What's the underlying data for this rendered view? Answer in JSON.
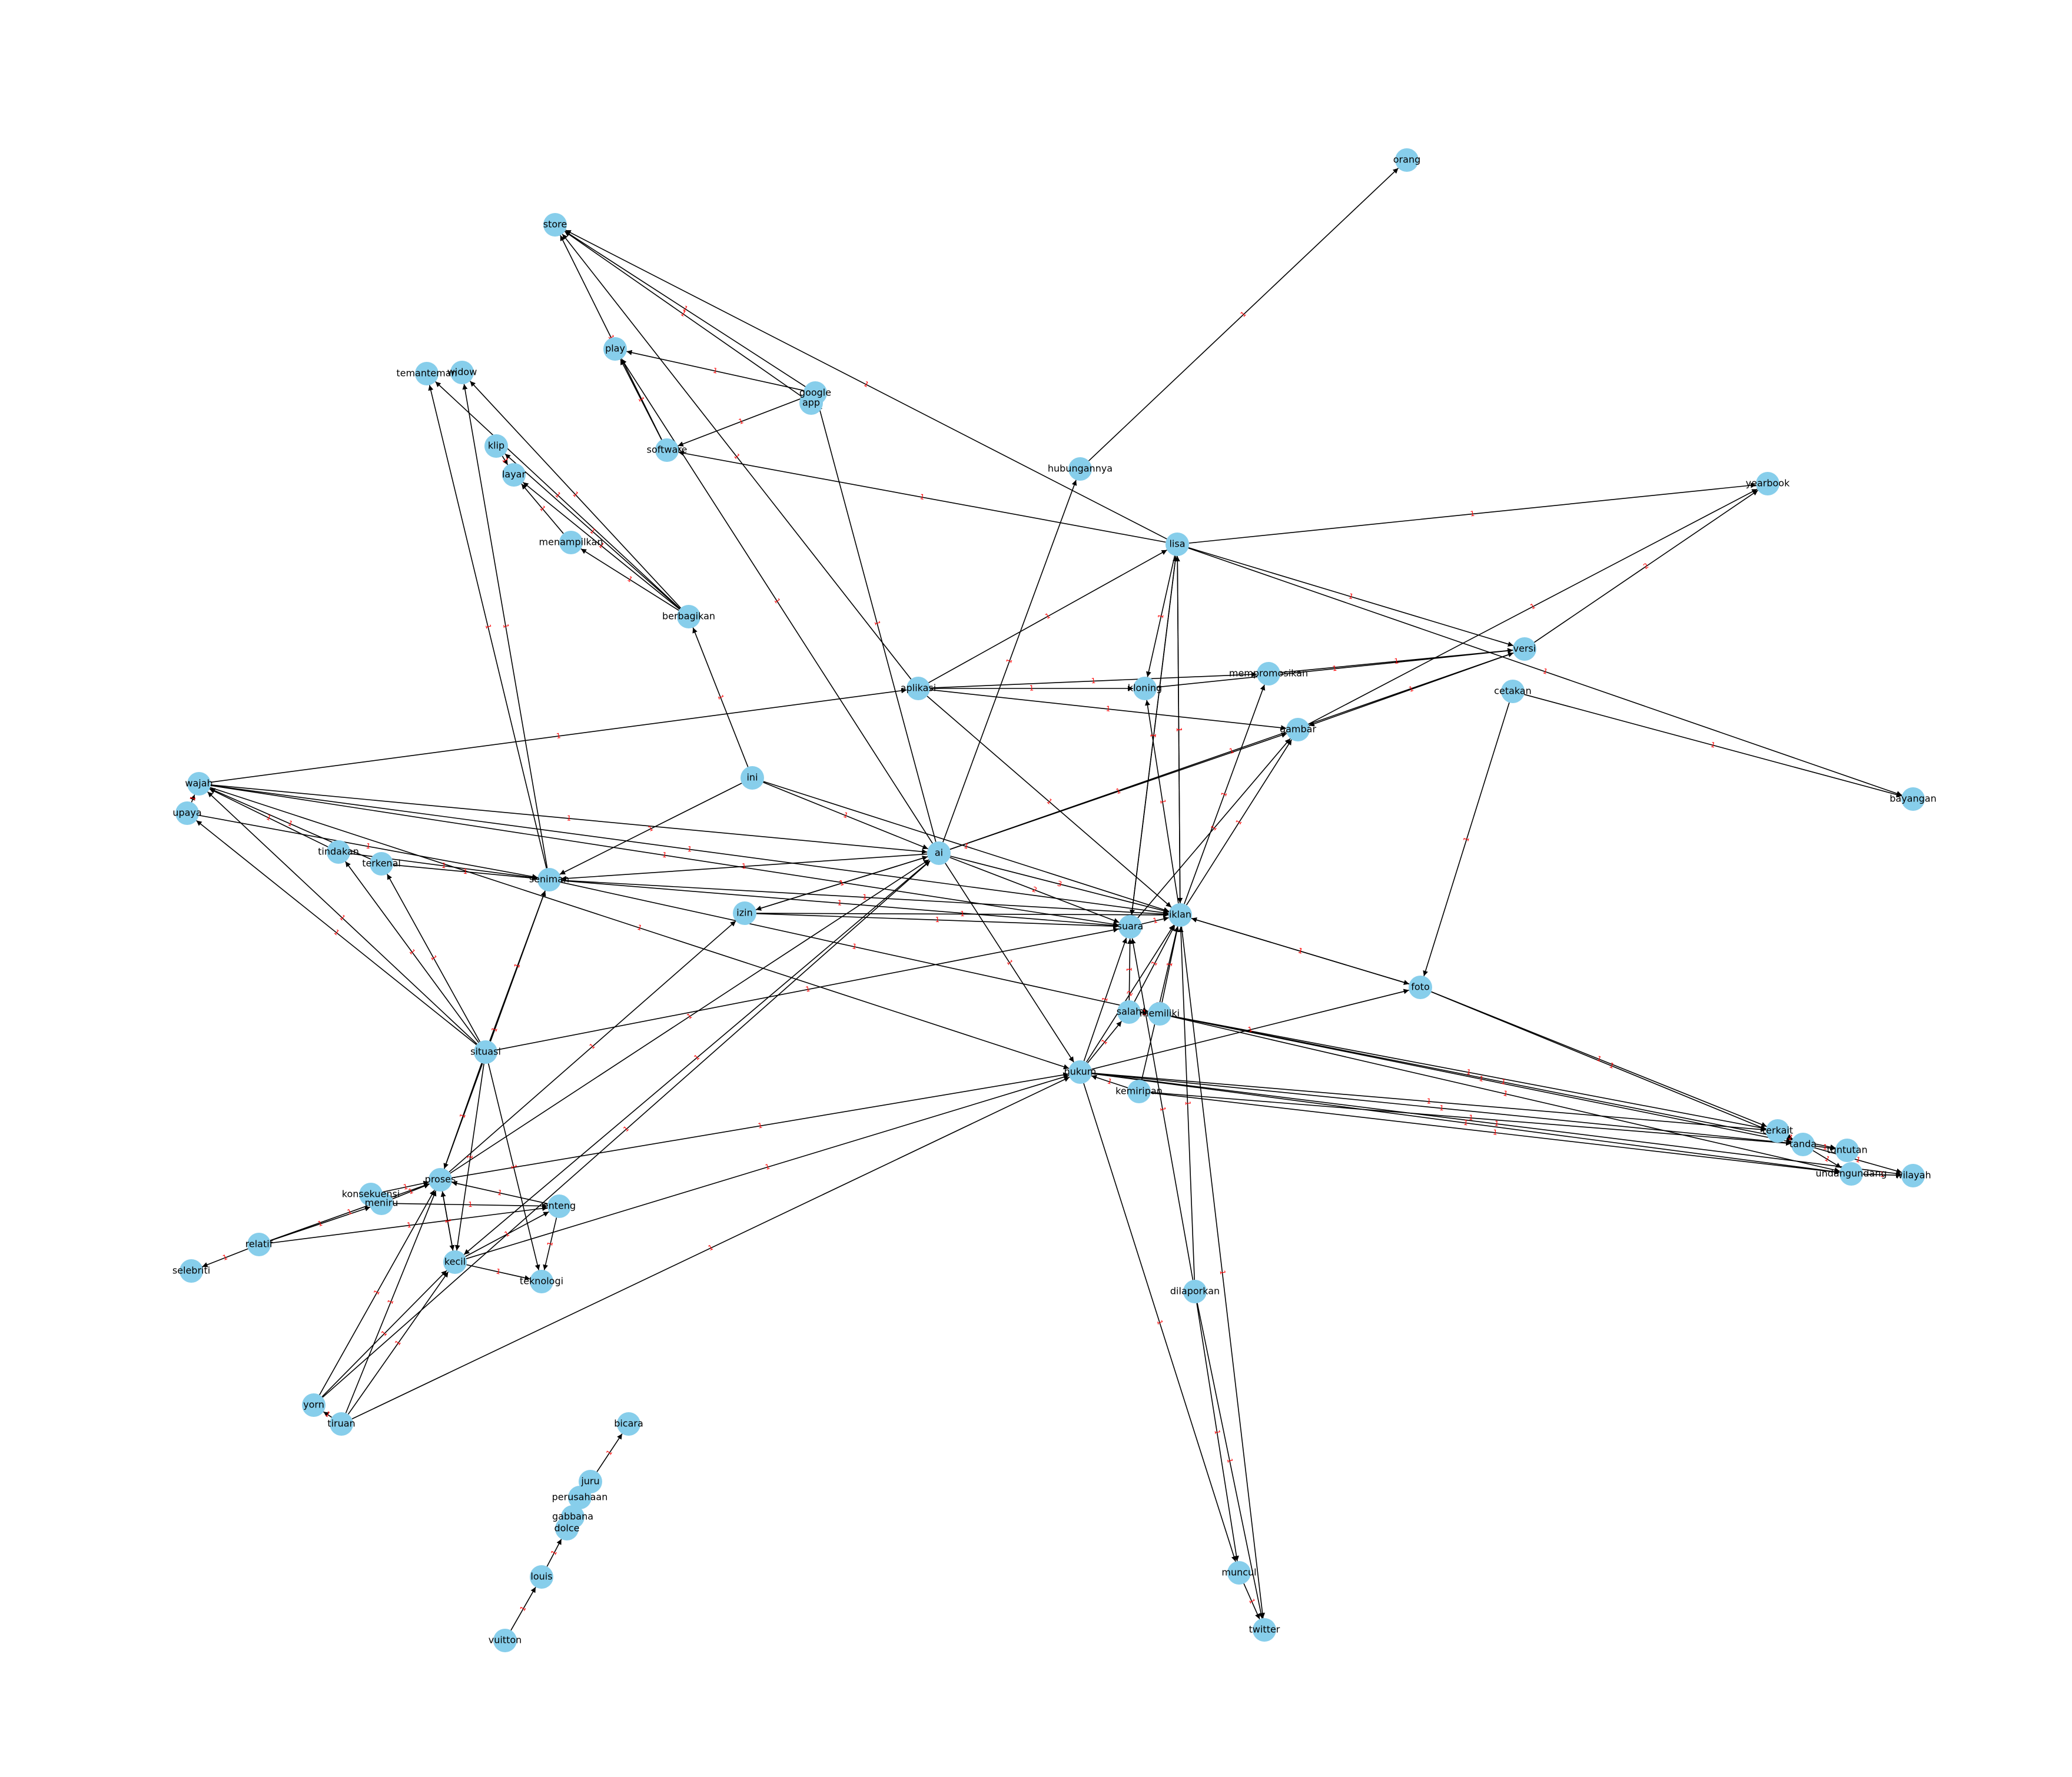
{
  "style": {
    "node_color": "#87ceeb",
    "edge_color": "#000000",
    "edge_label_color": "#ff0000",
    "label_color": "#000000",
    "background": "#ffffff"
  },
  "graph": {
    "directed": true,
    "nodes": [
      {
        "id": "orang",
        "label": "orang"
      },
      {
        "id": "store",
        "label": "store"
      },
      {
        "id": "play",
        "label": "play"
      },
      {
        "id": "google",
        "label": "google"
      },
      {
        "id": "app",
        "label": "app"
      },
      {
        "id": "software",
        "label": "software"
      },
      {
        "id": "hubungannya",
        "label": "hubungannya"
      },
      {
        "id": "temanteman",
        "label": "temanteman"
      },
      {
        "id": "widow",
        "label": "widow"
      },
      {
        "id": "klip",
        "label": "klip"
      },
      {
        "id": "layar",
        "label": "layar"
      },
      {
        "id": "menampilkan",
        "label": "menampilkan"
      },
      {
        "id": "berbagikan",
        "label": "berbagikan"
      },
      {
        "id": "lisa",
        "label": "lisa"
      },
      {
        "id": "yearbook",
        "label": "yearbook"
      },
      {
        "id": "versi",
        "label": "versi"
      },
      {
        "id": "cetakan",
        "label": "cetakan"
      },
      {
        "id": "bayangan",
        "label": "bayangan"
      },
      {
        "id": "aplikasi",
        "label": "aplikasi"
      },
      {
        "id": "kloning",
        "label": "kloning"
      },
      {
        "id": "mempromosikan",
        "label": "mempromosikan"
      },
      {
        "id": "gambar",
        "label": "gambar"
      },
      {
        "id": "wajah",
        "label": "wajah"
      },
      {
        "id": "upaya",
        "label": "upaya"
      },
      {
        "id": "tindakan",
        "label": "tindakan"
      },
      {
        "id": "terkenal",
        "label": "terkenal"
      },
      {
        "id": "ini",
        "label": "ini"
      },
      {
        "id": "ai",
        "label": "ai"
      },
      {
        "id": "seniman",
        "label": "seniman"
      },
      {
        "id": "izin",
        "label": "izin"
      },
      {
        "id": "iklan",
        "label": "iklan"
      },
      {
        "id": "suara",
        "label": "suara"
      },
      {
        "id": "foto",
        "label": "foto"
      },
      {
        "id": "salah",
        "label": "salah"
      },
      {
        "id": "memiliki",
        "label": "memiliki"
      },
      {
        "id": "hukum",
        "label": "hukum"
      },
      {
        "id": "kemiripan",
        "label": "kemiripan"
      },
      {
        "id": "situasi",
        "label": "situasi"
      },
      {
        "id": "proses",
        "label": "proses"
      },
      {
        "id": "konsekuensi",
        "label": "konsekuensi"
      },
      {
        "id": "meniru",
        "label": "meniru"
      },
      {
        "id": "enteng",
        "label": "enteng"
      },
      {
        "id": "relatif",
        "label": "relatif"
      },
      {
        "id": "selebriti",
        "label": "selebriti"
      },
      {
        "id": "kecil",
        "label": "kecil"
      },
      {
        "id": "teknologi",
        "label": "teknologi"
      },
      {
        "id": "yorn",
        "label": "yorn"
      },
      {
        "id": "tiruan",
        "label": "tiruan"
      },
      {
        "id": "tanda",
        "label": "tanda"
      },
      {
        "id": "tuntutan",
        "label": "tuntutan"
      },
      {
        "id": "undangundang",
        "label": "undangundang"
      },
      {
        "id": "wilayah",
        "label": "wilayah"
      },
      {
        "id": "terkait",
        "label": "terkait"
      },
      {
        "id": "dilaporkan",
        "label": "dilaporkan"
      },
      {
        "id": "muncul",
        "label": "muncul"
      },
      {
        "id": "twitter",
        "label": "twitter"
      },
      {
        "id": "bicara",
        "label": "bicara"
      },
      {
        "id": "juru",
        "label": "juru"
      },
      {
        "id": "perusahaan",
        "label": "perusahaan"
      },
      {
        "id": "gabbana",
        "label": "gabbana"
      },
      {
        "id": "dolce",
        "label": "dolce"
      },
      {
        "id": "louis",
        "label": "louis"
      },
      {
        "id": "vuitton",
        "label": "vuitton"
      }
    ],
    "edges": [
      {
        "source": "hubungannya",
        "target": "orang",
        "label": "1"
      },
      {
        "source": "google",
        "target": "store",
        "label": "1"
      },
      {
        "source": "google",
        "target": "play",
        "label": "1"
      },
      {
        "source": "google",
        "target": "software",
        "label": "1"
      },
      {
        "source": "software",
        "target": "store",
        "label": "1"
      },
      {
        "source": "software",
        "target": "play",
        "label": "1"
      },
      {
        "source": "app",
        "target": "store",
        "label": "1"
      },
      {
        "source": "lisa",
        "target": "store",
        "label": "1"
      },
      {
        "source": "lisa",
        "target": "yearbook",
        "label": "1"
      },
      {
        "source": "lisa",
        "target": "software",
        "label": "1"
      },
      {
        "source": "lisa",
        "target": "versi",
        "label": "1"
      },
      {
        "source": "lisa",
        "target": "bayangan",
        "label": "1"
      },
      {
        "source": "ai",
        "target": "hubungannya",
        "label": "1"
      },
      {
        "source": "ai",
        "target": "google",
        "label": "1"
      },
      {
        "source": "ai",
        "target": "play",
        "label": "1"
      },
      {
        "source": "aplikasi",
        "target": "store",
        "label": "1"
      },
      {
        "source": "aplikasi",
        "target": "lisa",
        "label": "1"
      },
      {
        "source": "aplikasi",
        "target": "kloning",
        "label": "1"
      },
      {
        "source": "berbagikan",
        "target": "temanteman",
        "label": "1"
      },
      {
        "source": "berbagikan",
        "target": "widow",
        "label": "1"
      },
      {
        "source": "berbagikan",
        "target": "klip",
        "label": "1"
      },
      {
        "source": "berbagikan",
        "target": "layar",
        "label": "1"
      },
      {
        "source": "berbagikan",
        "target": "menampilkan",
        "label": "1"
      },
      {
        "source": "klip",
        "target": "layar",
        "label": "1"
      },
      {
        "source": "menampilkan",
        "target": "layar",
        "label": "1"
      },
      {
        "source": "seniman",
        "target": "temanteman",
        "label": "1"
      },
      {
        "source": "seniman",
        "target": "widow",
        "label": "1"
      },
      {
        "source": "ini",
        "target": "berbagikan",
        "label": "1"
      },
      {
        "source": "versi",
        "target": "yearbook",
        "label": "2"
      },
      {
        "source": "versi",
        "target": "gambar",
        "label": "1"
      },
      {
        "source": "gambar",
        "target": "yearbook",
        "label": "1"
      },
      {
        "source": "cetakan",
        "target": "bayangan",
        "label": "1"
      },
      {
        "source": "cetakan",
        "target": "foto",
        "label": "1"
      },
      {
        "source": "mempromosikan",
        "target": "versi",
        "label": "1"
      },
      {
        "source": "kloning",
        "target": "versi",
        "label": "1"
      },
      {
        "source": "wajah",
        "target": "aplikasi",
        "label": "1"
      },
      {
        "source": "wajah",
        "target": "ai",
        "label": "1"
      },
      {
        "source": "wajah",
        "target": "iklan",
        "label": "1"
      },
      {
        "source": "wajah",
        "target": "suara",
        "label": "1"
      },
      {
        "source": "wajah",
        "target": "hukum",
        "label": "1"
      },
      {
        "source": "upaya",
        "target": "wajah",
        "label": "1"
      },
      {
        "source": "tindakan",
        "target": "wajah",
        "label": "1"
      },
      {
        "source": "terkenal",
        "target": "wajah",
        "label": "1"
      },
      {
        "source": "situasi",
        "target": "wajah",
        "label": "1"
      },
      {
        "source": "situasi",
        "target": "upaya",
        "label": "1"
      },
      {
        "source": "situasi",
        "target": "tindakan",
        "label": "1"
      },
      {
        "source": "situasi",
        "target": "terkenal",
        "label": "1"
      },
      {
        "source": "situasi",
        "target": "seniman",
        "label": "1"
      },
      {
        "source": "situasi",
        "target": "suara",
        "label": "1"
      },
      {
        "source": "ai",
        "target": "iklan",
        "label": "3"
      },
      {
        "source": "ai",
        "target": "suara",
        "label": "2"
      },
      {
        "source": "ai",
        "target": "gambar",
        "label": "1"
      },
      {
        "source": "ai",
        "target": "versi",
        "label": "1"
      },
      {
        "source": "ai",
        "target": "izin",
        "label": "1"
      },
      {
        "source": "ai",
        "target": "seniman",
        "label": "1"
      },
      {
        "source": "ai",
        "target": "hukum",
        "label": "1"
      },
      {
        "source": "ai",
        "target": "kecil",
        "label": "1"
      },
      {
        "source": "ini",
        "target": "ai",
        "label": "1"
      },
      {
        "source": "ini",
        "target": "iklan",
        "label": "1"
      },
      {
        "source": "izin",
        "target": "iklan",
        "label": "1"
      },
      {
        "source": "izin",
        "target": "suara",
        "label": "1"
      },
      {
        "source": "izin",
        "target": "ai",
        "label": "1"
      },
      {
        "source": "seniman",
        "target": "iklan",
        "label": "1"
      },
      {
        "source": "seniman",
        "target": "suara",
        "label": "1"
      },
      {
        "source": "seniman",
        "target": "memiliki",
        "label": "1"
      },
      {
        "source": "iklan",
        "target": "lisa",
        "label": "1"
      },
      {
        "source": "iklan",
        "target": "gambar",
        "label": "1"
      },
      {
        "source": "iklan",
        "target": "mempromosikan",
        "label": "1"
      },
      {
        "source": "iklan",
        "target": "kloning",
        "label": "1"
      },
      {
        "source": "iklan",
        "target": "foto",
        "label": "1"
      },
      {
        "source": "suara",
        "target": "iklan",
        "label": "1"
      },
      {
        "source": "suara",
        "target": "lisa",
        "label": "1"
      },
      {
        "source": "suara",
        "target": "gambar",
        "label": "1"
      },
      {
        "source": "foto",
        "target": "iklan",
        "label": "1"
      },
      {
        "source": "foto",
        "target": "tanda",
        "label": "1"
      },
      {
        "source": "foto",
        "target": "terkait",
        "label": "1"
      },
      {
        "source": "salah",
        "target": "iklan",
        "label": "1"
      },
      {
        "source": "salah",
        "target": "suara",
        "label": "1"
      },
      {
        "source": "memiliki",
        "target": "iklan",
        "label": "1"
      },
      {
        "source": "memiliki",
        "target": "tanda",
        "label": "1"
      },
      {
        "source": "memiliki",
        "target": "tuntutan",
        "label": "1"
      },
      {
        "source": "hukum",
        "target": "iklan",
        "label": "2"
      },
      {
        "source": "hukum",
        "target": "suara",
        "label": "1"
      },
      {
        "source": "hukum",
        "target": "salah",
        "label": "1"
      },
      {
        "source": "hukum",
        "target": "undangundang",
        "label": "1"
      },
      {
        "source": "hukum",
        "target": "wilayah",
        "label": "1"
      },
      {
        "source": "hukum",
        "target": "tanda",
        "label": "1"
      },
      {
        "source": "hukum",
        "target": "terkait",
        "label": "1"
      },
      {
        "source": "kemiripan",
        "target": "iklan",
        "label": "1"
      },
      {
        "source": "kemiripan",
        "target": "hukum",
        "label": "1"
      },
      {
        "source": "kemiripan",
        "target": "tanda",
        "label": "1"
      },
      {
        "source": "kemiripan",
        "target": "undangundang",
        "label": "1"
      },
      {
        "source": "tanda",
        "target": "tuntutan",
        "label": "1"
      },
      {
        "source": "tanda",
        "target": "undangundang",
        "label": "1"
      },
      {
        "source": "tanda",
        "target": "wilayah",
        "label": "1"
      },
      {
        "source": "terkait",
        "target": "tanda",
        "label": "1"
      },
      {
        "source": "undangundang",
        "target": "wilayah",
        "label": "1"
      },
      {
        "source": "proses",
        "target": "seniman",
        "label": "1"
      },
      {
        "source": "proses",
        "target": "izin",
        "label": "1"
      },
      {
        "source": "proses",
        "target": "ai",
        "label": "1"
      },
      {
        "source": "proses",
        "target": "hukum",
        "label": "1"
      },
      {
        "source": "proses",
        "target": "kecil",
        "label": "1"
      },
      {
        "source": "konsekuensi",
        "target": "proses",
        "label": "1"
      },
      {
        "source": "konsekuensi",
        "target": "meniru",
        "label": "1"
      },
      {
        "source": "meniru",
        "target": "proses",
        "label": "1"
      },
      {
        "source": "meniru",
        "target": "enteng",
        "label": "1"
      },
      {
        "source": "enteng",
        "target": "proses",
        "label": "1"
      },
      {
        "source": "enteng",
        "target": "teknologi",
        "label": "1"
      },
      {
        "source": "relatif",
        "target": "selebriti",
        "label": "1"
      },
      {
        "source": "relatif",
        "target": "proses",
        "label": "1"
      },
      {
        "source": "relatif",
        "target": "meniru",
        "label": "1"
      },
      {
        "source": "relatif",
        "target": "enteng",
        "label": "1"
      },
      {
        "source": "kecil",
        "target": "teknologi",
        "label": "1"
      },
      {
        "source": "kecil",
        "target": "proses",
        "label": "1"
      },
      {
        "source": "kecil",
        "target": "enteng",
        "label": "1"
      },
      {
        "source": "kecil",
        "target": "hukum",
        "label": "1"
      },
      {
        "source": "situasi",
        "target": "teknologi",
        "label": "1"
      },
      {
        "source": "situasi",
        "target": "kecil",
        "label": "1"
      },
      {
        "source": "situasi",
        "target": "proses",
        "label": "1"
      },
      {
        "source": "yorn",
        "target": "kecil",
        "label": "1"
      },
      {
        "source": "yorn",
        "target": "proses",
        "label": "1"
      },
      {
        "source": "yorn",
        "target": "ai",
        "label": "1"
      },
      {
        "source": "tiruan",
        "target": "kecil",
        "label": "1"
      },
      {
        "source": "tiruan",
        "target": "proses",
        "label": "1"
      },
      {
        "source": "tiruan",
        "target": "yorn",
        "label": "1"
      },
      {
        "source": "tiruan",
        "target": "hukum",
        "label": "1"
      },
      {
        "source": "dilaporkan",
        "target": "iklan",
        "label": "1"
      },
      {
        "source": "dilaporkan",
        "target": "suara",
        "label": "1"
      },
      {
        "source": "dilaporkan",
        "target": "muncul",
        "label": "1"
      },
      {
        "source": "dilaporkan",
        "target": "twitter",
        "label": "1"
      },
      {
        "source": "muncul",
        "target": "twitter",
        "label": "1"
      },
      {
        "source": "hukum",
        "target": "muncul",
        "label": "1"
      },
      {
        "source": "iklan",
        "target": "twitter",
        "label": "1"
      },
      {
        "source": "juru",
        "target": "bicara",
        "label": "1"
      },
      {
        "source": "perusahaan",
        "target": "juru",
        "label": "1"
      },
      {
        "source": "gabbana",
        "target": "perusahaan",
        "label": "1"
      },
      {
        "source": "dolce",
        "target": "gabbana",
        "label": "1"
      },
      {
        "source": "louis",
        "target": "dolce",
        "label": "1"
      },
      {
        "source": "vuitton",
        "target": "louis",
        "label": "1"
      },
      {
        "source": "lisa",
        "target": "suara",
        "label": "1"
      },
      {
        "source": "lisa",
        "target": "iklan",
        "label": "1"
      },
      {
        "source": "lisa",
        "target": "kloning",
        "label": "1"
      },
      {
        "source": "aplikasi",
        "target": "gambar",
        "label": "1"
      },
      {
        "source": "aplikasi",
        "target": "iklan",
        "label": "1"
      },
      {
        "source": "aplikasi",
        "target": "mempromosikan",
        "label": "1"
      },
      {
        "source": "hukum",
        "target": "foto",
        "label": "1"
      },
      {
        "source": "salah",
        "target": "memiliki",
        "label": "1"
      },
      {
        "source": "memiliki",
        "target": "terkait",
        "label": "1"
      },
      {
        "source": "memiliki",
        "target": "undangundang",
        "label": "1"
      },
      {
        "source": "ini",
        "target": "seniman",
        "label": "1"
      },
      {
        "source": "terkenal",
        "target": "seniman",
        "label": "1"
      },
      {
        "source": "tindakan",
        "target": "seniman",
        "label": "1"
      },
      {
        "source": "upaya",
        "target": "seniman",
        "label": "1"
      }
    ]
  }
}
